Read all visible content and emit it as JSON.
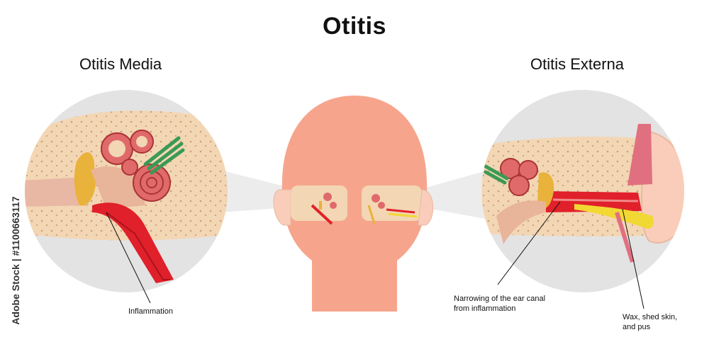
{
  "title": "Otitis",
  "sections": {
    "media": {
      "title": "Otitis Media",
      "labels": {
        "inflammation": "Inflammation"
      }
    },
    "externa": {
      "title": "Otitis Externa",
      "labels": {
        "narrowing_1": "Narrowing of the ear canal",
        "narrowing_2": "from inflammation",
        "wax_1": "Wax, shed skin,",
        "wax_2": "and pus"
      }
    }
  },
  "watermark": {
    "side_text": "Adobe Stock | #1100663117"
  },
  "colors": {
    "skin": "#f6a58c",
    "bone": "#f3d6b4",
    "circle_bg": "#e3e3e3",
    "red_inflammation": "#e0202a",
    "cochlea": "#e06a6a",
    "nerve_green": "#3a9a55",
    "ossicle_yellow": "#e9b23a",
    "wax_yellow": "#f2d833"
  }
}
